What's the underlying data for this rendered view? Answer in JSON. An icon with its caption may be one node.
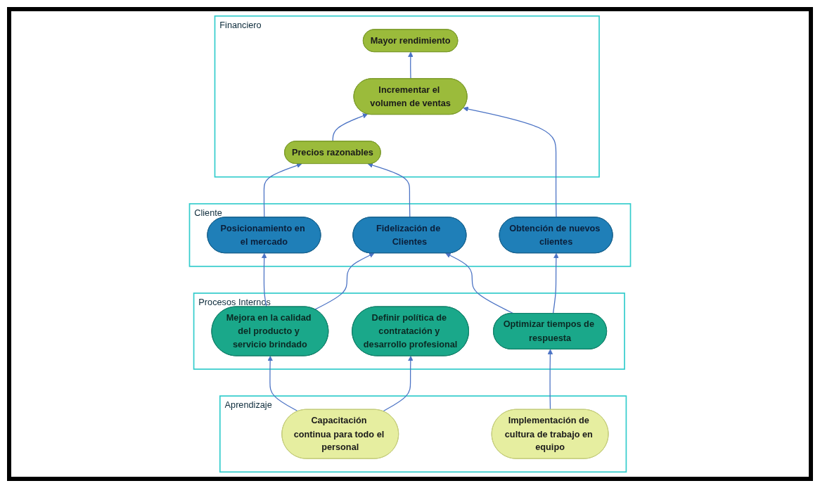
{
  "diagram": {
    "nodes": [
      {
        "text": [
          "Financiero"
        ]
      },
      {
        "text": [
          "Precios razonables"
        ],
        "in": 0
      },
      {
        "text": [
          "Incrementar el volumen de ventas"
        ],
        "in": 0
      },
      {
        "text": [
          "Mayor rendimiento"
        ],
        "in": 0
      },
      {
        "text": [
          "Cliente"
        ]
      },
      {
        "text": [
          "Posicionamiento en el mercado"
        ],
        "in": 4
      },
      {
        "text": [
          "Fidelización de Clientes"
        ],
        "in": 4
      },
      {
        "text": [
          "Obtención de nuevos clientes"
        ],
        "in": 4
      },
      {
        "text": [
          "Procesos Internos"
        ]
      },
      {
        "text": [
          "Mejora en la calidad del producto y servicio brindado"
        ],
        "in": 8
      },
      {
        "text": [
          "Definir política de contratación y desarrollo profesional"
        ],
        "in": 8
      },
      {
        "text": [
          "Optimizar tiempos de respuesta"
        ],
        "in": 8
      },
      {
        "text": [
          "Aprendizaje"
        ]
      },
      {
        "text": [
          "Capacitación continua para todo el personal"
        ],
        "in": 12
      },
      {
        "text": [
          "Implementación de cultura de trabajo en equipo"
        ],
        "in": 12
      }
    ],
    "edges": [
      {
        "from": 1,
        "to": 2,
        "arrow": "to"
      },
      {
        "from": 2,
        "to": 3,
        "arrow": "to"
      },
      {
        "from": 5,
        "to": 1,
        "arrow": "to"
      },
      {
        "from": 6,
        "to": 1,
        "arrow": "to"
      },
      {
        "from": 7,
        "to": 2,
        "arrow": "to"
      },
      {
        "from": 9,
        "to": 5,
        "arrow": "to"
      },
      {
        "from": 9,
        "to": 6,
        "arrow": "to"
      },
      {
        "from": 11,
        "to": 6,
        "arrow": "to"
      },
      {
        "from": 11,
        "to": 7,
        "arrow": "to"
      },
      {
        "from": 13,
        "to": 9,
        "arrow": "to"
      },
      {
        "from": 13,
        "to": 10,
        "arrow": "to"
      },
      {
        "from": 14,
        "to": 11,
        "arrow": "to"
      }
    ]
  }
}
